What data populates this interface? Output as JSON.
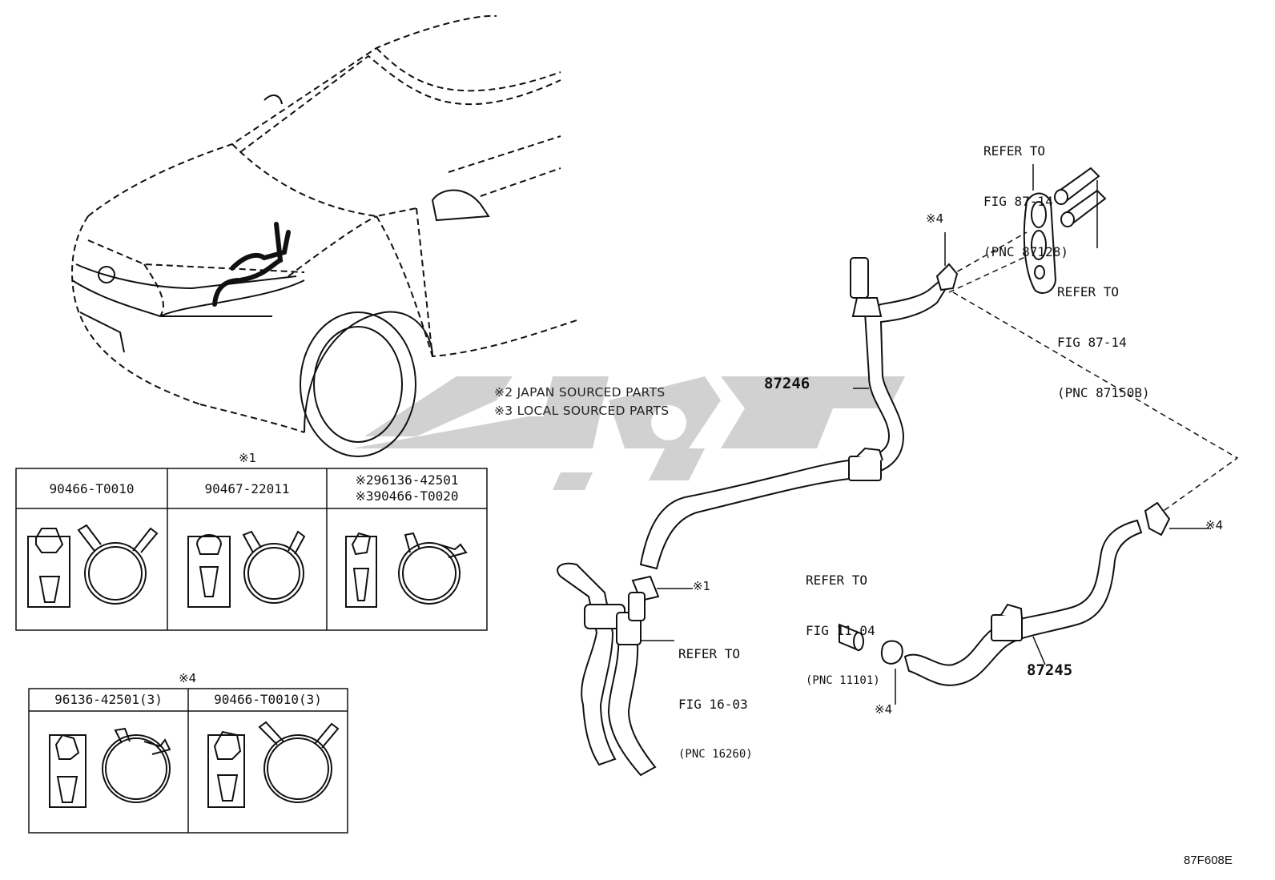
{
  "notes": {
    "japan": "※2 JAPAN SOURCED PARTS",
    "local": "※3 LOCAL SOURCED PARTS"
  },
  "part_numbers": {
    "hose_upper": "87246",
    "hose_lower": "87245"
  },
  "refers": {
    "top_left": {
      "l1": "REFER TO",
      "l2": "FIG 87-14",
      "l3": "(PNC 87128)"
    },
    "top_right": {
      "l1": "REFER TO",
      "l2": "FIG 87-14",
      "l3": "(PNC 87150B)"
    },
    "middle": {
      "l1": "REFER TO",
      "l2": "FIG 11-04",
      "l3": "(PNC 11101)"
    },
    "bottom": {
      "l1": "REFER TO",
      "l2": "FIG 16-03",
      "l3": "(PNC 16260)"
    }
  },
  "callouts": {
    "clip_top": "※4",
    "clip_right": "※4",
    "clip_mid": "※4",
    "clip_left": "※1"
  },
  "table1": {
    "marker": "※1",
    "cols": [
      "90466-T0010",
      "90467-22011",
      "※296136-42501",
      "※390466-T0020"
    ]
  },
  "table2": {
    "marker": "※4",
    "cols": [
      "96136-42501(3)",
      "90466-T0010(3)"
    ]
  },
  "figure_code": "87F608E",
  "colors": {
    "line": "#111111",
    "watermark": "#c8c8c8"
  }
}
